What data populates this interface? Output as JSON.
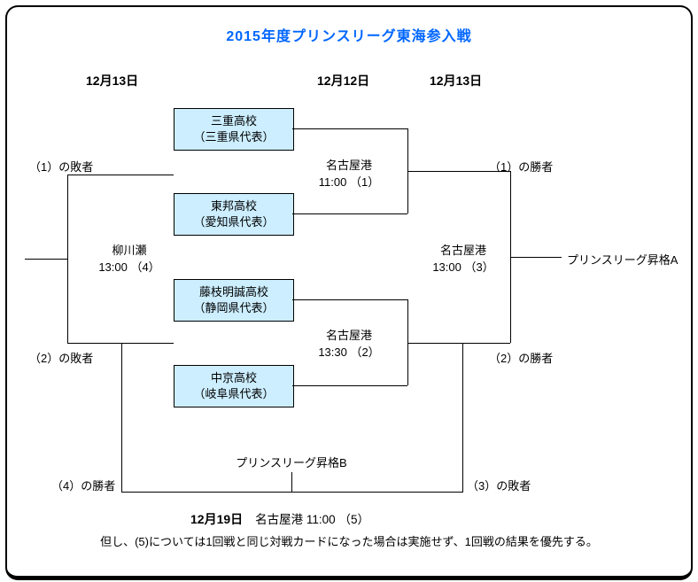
{
  "title": "2015年度プリンスリーグ東海参入戦",
  "round_dates": {
    "left": "12月13日",
    "center": "12月12日",
    "right": "12月13日"
  },
  "teams": [
    {
      "name": "三重高校",
      "representative": "（三重県代表）"
    },
    {
      "name": "東邦高校",
      "representative": "（愛知県代表）"
    },
    {
      "name": "藤枝明誠高校",
      "representative": "（静岡県代表）"
    },
    {
      "name": "中京高校",
      "representative": "（岐阜県代表）"
    }
  ],
  "matches": {
    "m1": {
      "venue": "名古屋港",
      "time": "11:00 （1）"
    },
    "m2": {
      "venue": "名古屋港",
      "time": "13:30 （2）"
    },
    "m3": {
      "venue": "名古屋港",
      "time": "13:00 （3）"
    },
    "m4": {
      "venue": "柳川瀬",
      "time": "13:00 （4）"
    }
  },
  "labels": {
    "loser1": "（1）の敗者",
    "loser2": "（2）の敗者",
    "winner1": "（1）の勝者",
    "winner2": "（2）の勝者",
    "winner4": "（4）の勝者",
    "loser3": "（3）の敗者",
    "promotion_a": "プリンスリーグ昇格A",
    "promotion_b": "プリンスリーグ昇格B"
  },
  "final_match": {
    "date": "12月19日",
    "details": "名古屋港 11:00 （5）"
  },
  "note": "但し、(5)については1回戦と同じ対戦カードになった場合は実施せず、1回戦の結果を優先する。",
  "colors": {
    "title_blue": "#0066ff",
    "team_box_fill": "#cceeff",
    "line_black": "#000000"
  }
}
